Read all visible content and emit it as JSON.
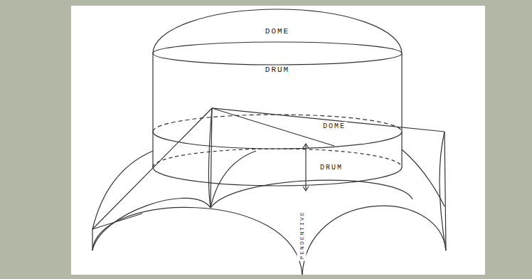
{
  "diagram": {
    "labels": [
      "DOME",
      "DRUM",
      "DOME",
      "DRUM",
      "PENDENTIVE"
    ]
  }
}
